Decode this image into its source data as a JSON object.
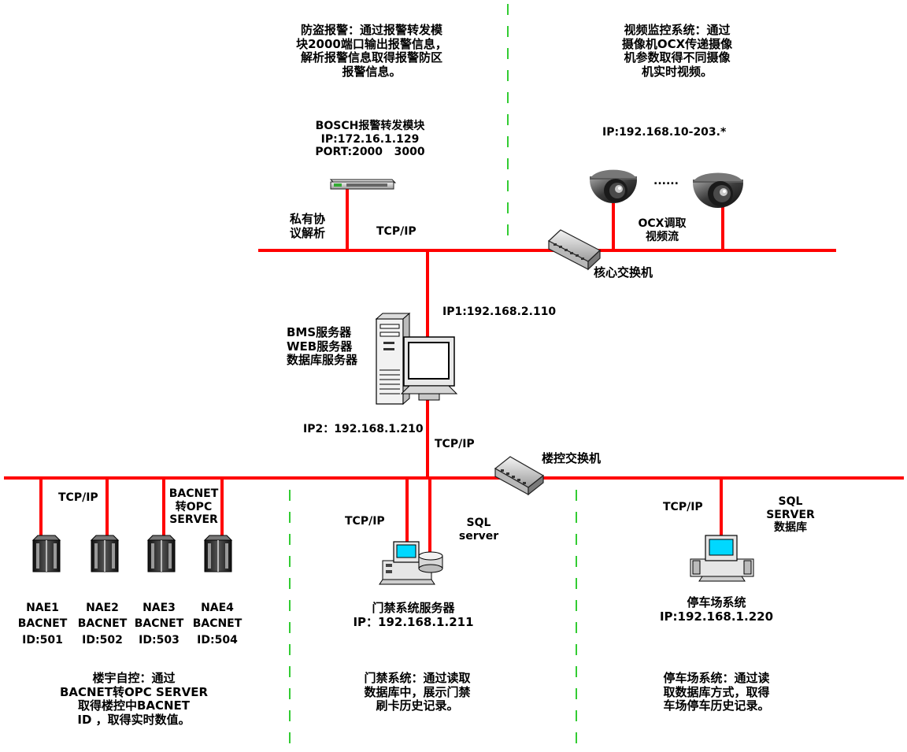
{
  "security": {
    "desc_lines": [
      "防盗报警：通过报警转发模",
      "块2000端口输出报警信息，",
      "解析报警信息取得报警防区",
      "报警信息。"
    ],
    "module_lines": [
      "BOSCH报警转发模块",
      "IP:172.16.1.129",
      "PORT:2000   3000"
    ],
    "protocol_lines": [
      "私有协",
      "议解析"
    ]
  },
  "video": {
    "desc_lines": [
      "视频监控系统：通过",
      "摄像机OCX传递摄像",
      "机参数取得不同摄像",
      "机实时视频。"
    ],
    "ip": "IP:192.168.10-203.*",
    "ellipsis": "......",
    "stream_lines": [
      "OCX调取",
      "视频流"
    ]
  },
  "core": {
    "tcpip": "TCP/IP",
    "switch_label": "核心交换机",
    "ip1": "IP1:192.168.2.110"
  },
  "server": {
    "label_lines": [
      "BMS服务器",
      "WEB服务器",
      "数据库服务器"
    ],
    "ip2": "IP2：192.168.1.210",
    "tcpip": "TCP/IP"
  },
  "building_switch": {
    "label": "楼控交换机"
  },
  "bas": {
    "tcpip": "TCP/IP",
    "gateway_lines": [
      "BACNET",
      "转OPC",
      "SERVER"
    ],
    "nae_units": [
      {
        "name": "NAE1",
        "proto": "BACNET",
        "id": "ID:501"
      },
      {
        "name": "NAE2",
        "proto": "BACNET",
        "id": "ID:502"
      },
      {
        "name": "NAE3",
        "proto": "BACNET",
        "id": "ID:503"
      },
      {
        "name": "NAE4",
        "proto": "BACNET",
        "id": "ID:504"
      }
    ],
    "desc_lines": [
      "楼宇自控：通过",
      "BACNET转OPC SERVER",
      "取得楼控中BACNET",
      "ID ，取得实时数值。"
    ]
  },
  "access": {
    "tcpip": "TCP/IP",
    "sql_lines": [
      "SQL",
      "server"
    ],
    "server_lines": [
      "门禁系统服务器",
      "IP：192.168.1.211"
    ],
    "desc_lines": [
      "门禁系统：通过读取",
      "数据库中，展示门禁",
      "刷卡历史记录。"
    ]
  },
  "parking": {
    "tcpip": "TCP/IP",
    "sql_lines": [
      "SQL",
      "SERVER",
      "数据库"
    ],
    "system_lines": [
      "停车场系统",
      "IP:192.168.1.220"
    ],
    "desc_lines": [
      "停车场系统：通过读",
      "取数据库方式，取得",
      "车场停车历史记录。"
    ]
  },
  "colors": {
    "network": "#ff0000",
    "divider": "#33cc33"
  }
}
